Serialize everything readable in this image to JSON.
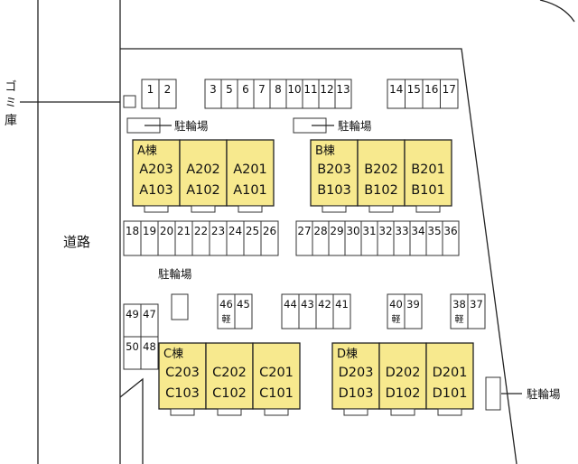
{
  "labels": {
    "garbage": [
      "ゴ",
      "ミ",
      "庫"
    ],
    "road": "道路",
    "bike_parking": "駐輪場",
    "light": "軽"
  },
  "colors": {
    "building": "#f7e98e",
    "line": "#222222"
  },
  "buildings": [
    {
      "name": "A棟",
      "units": [
        [
          "A203",
          "A103"
        ],
        [
          "A202",
          "A102"
        ],
        [
          "A201",
          "A101"
        ]
      ]
    },
    {
      "name": "B棟",
      "units": [
        [
          "B203",
          "B103"
        ],
        [
          "B202",
          "B102"
        ],
        [
          "B201",
          "B101"
        ]
      ]
    },
    {
      "name": "C棟",
      "units": [
        [
          "C203",
          "C103"
        ],
        [
          "C202",
          "C102"
        ],
        [
          "C201",
          "C101"
        ]
      ]
    },
    {
      "name": "D棟",
      "units": [
        [
          "D203",
          "D103"
        ],
        [
          "D202",
          "D102"
        ],
        [
          "D201",
          "D101"
        ]
      ]
    }
  ],
  "parking": {
    "top_row_a": [
      "1",
      "2"
    ],
    "top_row_b": [
      "3",
      "5",
      "6",
      "7",
      "8",
      "10",
      "11",
      "12",
      "13"
    ],
    "top_row_c": [
      "14",
      "15",
      "16",
      "17"
    ],
    "middle_row_a": [
      "18",
      "19",
      "20",
      "21",
      "22",
      "23",
      "24",
      "25",
      "26"
    ],
    "middle_row_b": [
      "27",
      "28",
      "29",
      "30",
      "31",
      "32",
      "33",
      "34",
      "35",
      "36"
    ],
    "lower_pairs": [
      {
        "slots": [
          "46",
          "45"
        ],
        "light": [
          true,
          false
        ]
      },
      {
        "slots": [
          "44",
          "43",
          "42",
          "41"
        ],
        "light": [
          false,
          false,
          false,
          false
        ]
      },
      {
        "slots": [
          "40",
          "39"
        ],
        "light": [
          true,
          false
        ]
      },
      {
        "slots": [
          "38",
          "37"
        ],
        "light": [
          true,
          false
        ]
      }
    ],
    "left_stack": [
      [
        "49",
        "47"
      ],
      [
        "50",
        "48"
      ]
    ]
  }
}
